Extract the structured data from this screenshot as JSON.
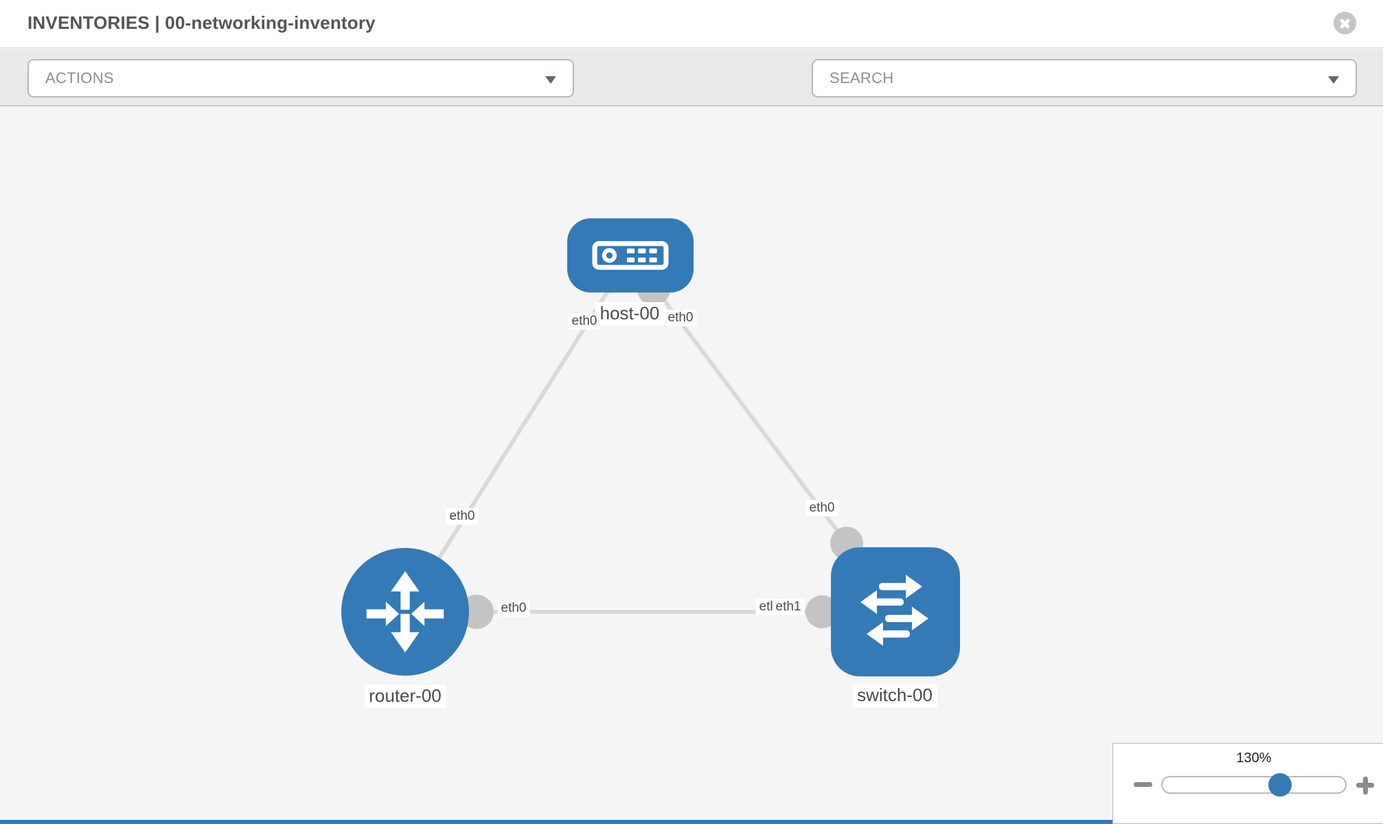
{
  "header": {
    "title": "INVENTORIES | 00-networking-inventory"
  },
  "toolbar": {
    "actions_label": "ACTIONS",
    "search_label": "SEARCH"
  },
  "topology": {
    "nodes": [
      {
        "id": "host-00",
        "type": "host",
        "label": "host-00"
      },
      {
        "id": "router-00",
        "type": "router",
        "label": "router-00"
      },
      {
        "id": "switch-00",
        "type": "switch",
        "label": "switch-00"
      }
    ],
    "links": [
      {
        "source": "host-00",
        "target": "router-00",
        "source_interface": "eth0",
        "target_interface": "eth0"
      },
      {
        "source": "host-00",
        "target": "switch-00",
        "source_interface": "eth0",
        "target_interface": "eth0"
      },
      {
        "source": "router-00",
        "target": "switch-00",
        "source_interface": "eth0",
        "target_interface": "eth1"
      }
    ],
    "interface_labels": {
      "host_left": "eth0",
      "host_right": "eth0",
      "link_a_router_end": "eth0",
      "link_b_switch_end": "eth0",
      "link_c_router_end": "eth0",
      "link_c_switch_end_back": "eth0",
      "link_c_switch_end_front": "eth1"
    }
  },
  "zoom_control": {
    "level": "130%"
  },
  "colors": {
    "node_blue": "#337ab7",
    "link_gray": "#d9d9d9",
    "interface_gray": "#c4c4c4",
    "canvas_bg": "#f5f5f5",
    "toolbar_bg": "#e9e9e9"
  }
}
